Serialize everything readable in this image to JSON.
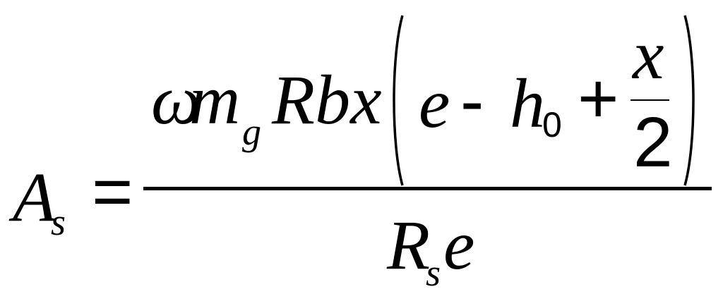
{
  "equation": {
    "lhs": {
      "symbol": "A",
      "subscript": "s"
    },
    "equals": "=",
    "numerator": {
      "omega": "ω",
      "m": "m",
      "m_subscript": "g",
      "rbx": "Rbx",
      "left_paren": "(",
      "e": "e",
      "minus": "-",
      "h": "h",
      "h_subscript": "0",
      "plus": "+",
      "fraction": {
        "top": "x",
        "bottom": "2"
      },
      "right_paren": ")"
    },
    "denominator": {
      "R": "R",
      "R_subscript": "s",
      "e": "e"
    }
  }
}
